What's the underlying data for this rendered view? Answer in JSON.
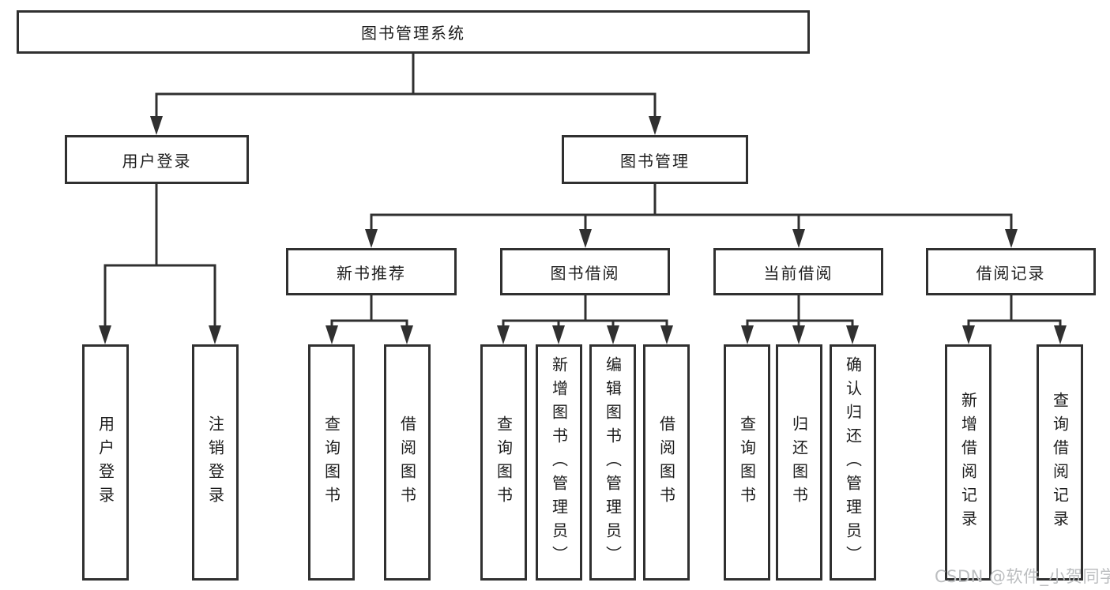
{
  "diagram": {
    "root": {
      "label": "图书管理系统"
    },
    "branches": [
      {
        "label": "用户登录",
        "children": [
          {
            "label": "用户登录"
          },
          {
            "label": "注销登录"
          }
        ]
      },
      {
        "label": "图书管理",
        "groups": [
          {
            "label": "新书推荐",
            "children": [
              {
                "label": "查询图书"
              },
              {
                "label": "借阅图书"
              }
            ]
          },
          {
            "label": "图书借阅",
            "children": [
              {
                "label": "查询图书"
              },
              {
                "label": "新增图书（管理员）"
              },
              {
                "label": "编辑图书（管理员）"
              },
              {
                "label": "借阅图书"
              }
            ]
          },
          {
            "label": "当前借阅",
            "children": [
              {
                "label": "查询图书"
              },
              {
                "label": "归还图书"
              },
              {
                "label": "确认归还（管理员）"
              }
            ]
          },
          {
            "label": "借阅记录",
            "children": [
              {
                "label": "新增借阅记录"
              },
              {
                "label": "查询借阅记录"
              }
            ]
          }
        ]
      }
    ]
  },
  "watermark": {
    "text": "CSDN @软件_小贺同学"
  },
  "colors": {
    "line": "#303030",
    "box_border": "#303030",
    "box_background": "#ffffff",
    "text": "#1c1c1c",
    "watermark": "#bcbec0",
    "background": "#ffffff"
  }
}
